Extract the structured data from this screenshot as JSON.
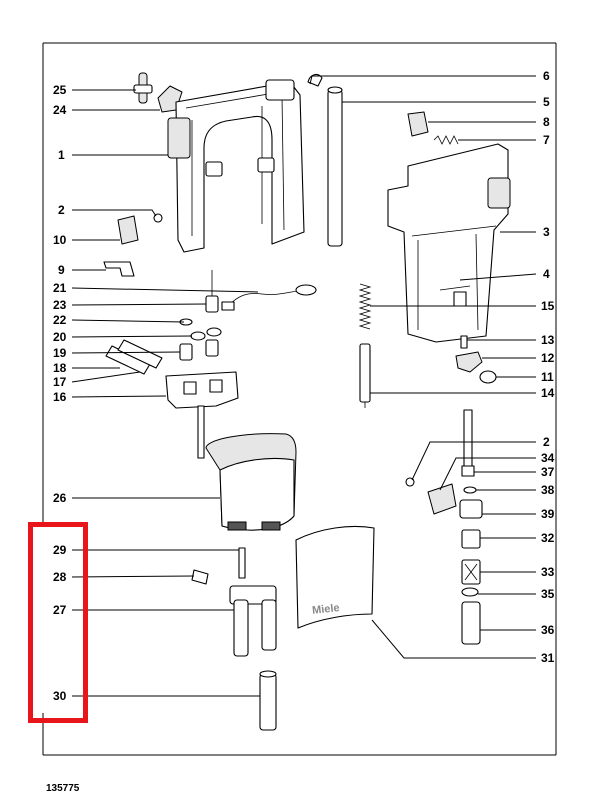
{
  "document_id": "135775",
  "brand_text": "Miele",
  "highlight_color": "#e8151b",
  "callouts": {
    "c1": "1",
    "c2a": "2",
    "c2b": "2",
    "c3": "3",
    "c4": "4",
    "c5": "5",
    "c6": "6",
    "c7": "7",
    "c8": "8",
    "c9": "9",
    "c10": "10",
    "c11": "11",
    "c12": "12",
    "c13": "13",
    "c14": "14",
    "c15": "15",
    "c16": "16",
    "c17": "17",
    "c18": "18",
    "c19": "19",
    "c20": "20",
    "c21": "21",
    "c22": "22",
    "c23": "23",
    "c24": "24",
    "c25": "25",
    "c26": "26",
    "c27": "27",
    "c28": "28",
    "c29": "29",
    "c30": "30",
    "c31": "31",
    "c32": "32",
    "c33": "33",
    "c34": "34",
    "c35": "35",
    "c36": "36",
    "c37": "37",
    "c38": "38",
    "c39": "39"
  }
}
